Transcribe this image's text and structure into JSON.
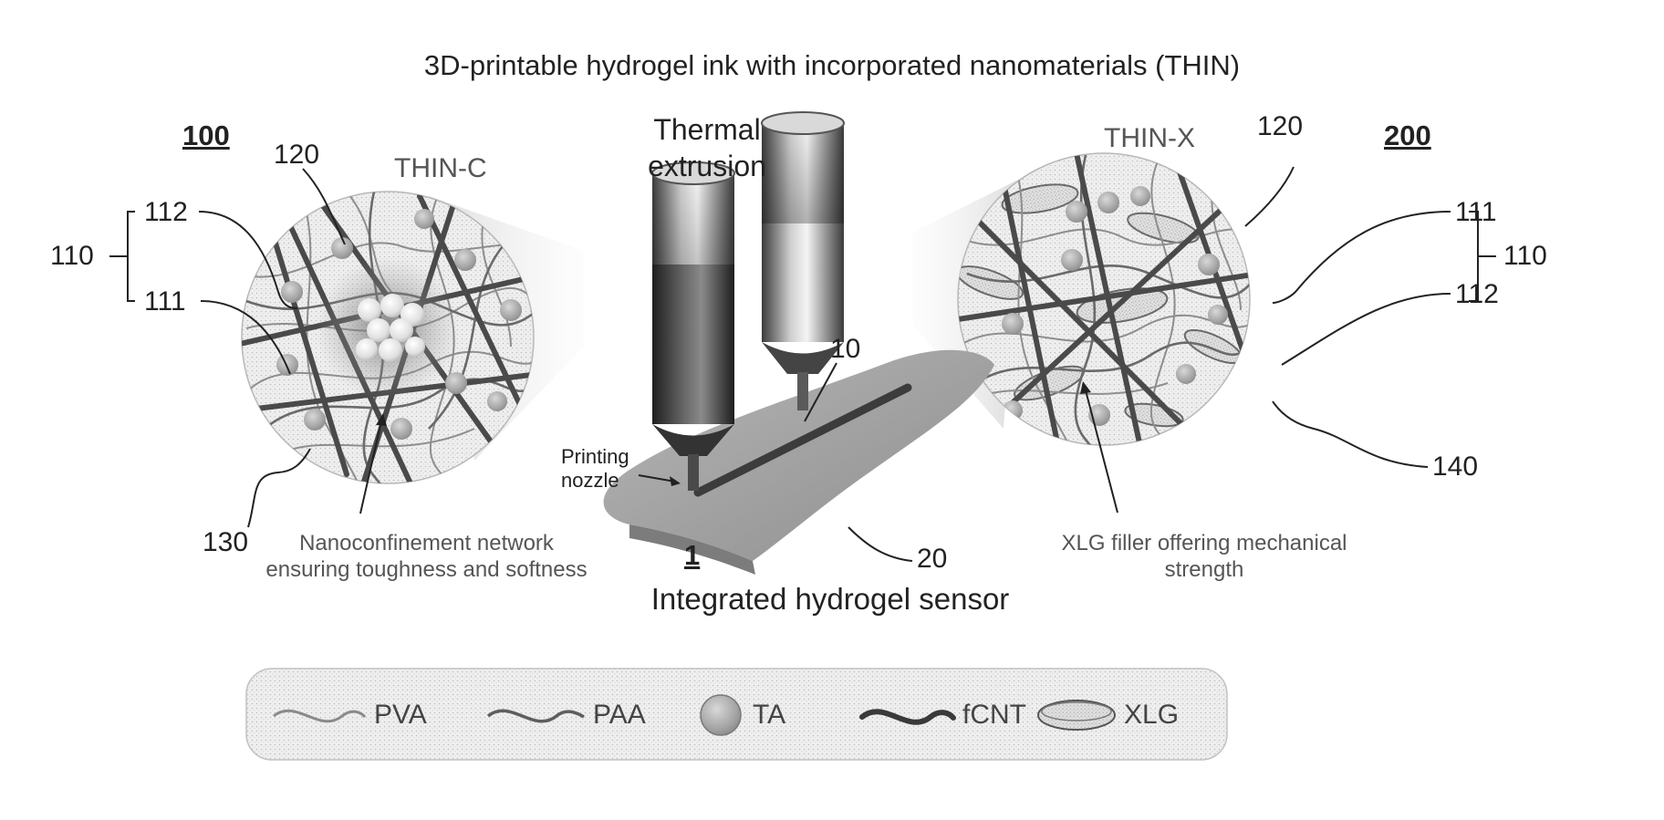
{
  "title": "3D-printable hydrogel ink with incorporated nanomaterials (THIN)",
  "left_panel": {
    "ref": "100",
    "label": "THIN-C",
    "callouts": {
      "r110": "110",
      "r112": "112",
      "r111": "111",
      "r120": "120",
      "r130": "130"
    },
    "caption": "Nanoconfinement network ensuring toughness and softness"
  },
  "center_panel": {
    "heading_top": "Thermal extrusion",
    "nozzle_label": "Printing nozzle",
    "ref_1": "1",
    "ref_10": "10",
    "ref_20": "20",
    "heading_bottom": "Integrated hydrogel sensor"
  },
  "right_panel": {
    "ref": "200",
    "label": "THIN-X",
    "callouts": {
      "r120": "120",
      "r111": "111",
      "r110": "110",
      "r112": "112",
      "r140": "140"
    },
    "caption": "XLG filler offering mechanical strength"
  },
  "legend": [
    {
      "label": "PVA",
      "icon": "pva-wave-icon"
    },
    {
      "label": "PAA",
      "icon": "paa-wave-icon"
    },
    {
      "label": "TA",
      "icon": "ta-sphere-icon"
    },
    {
      "label": "fCNT",
      "icon": "fcnt-wave-icon"
    },
    {
      "label": "XLG",
      "icon": "xlg-disc-icon"
    }
  ],
  "colors": {
    "pva": "#8a8a8a",
    "paa": "#5e5e5e",
    "ta": "#a9a9a9",
    "fcnt": "#3a3a3a",
    "circle_fill": "#eeeeee",
    "substrate": "#a3a3a3",
    "trace": "#454545"
  }
}
